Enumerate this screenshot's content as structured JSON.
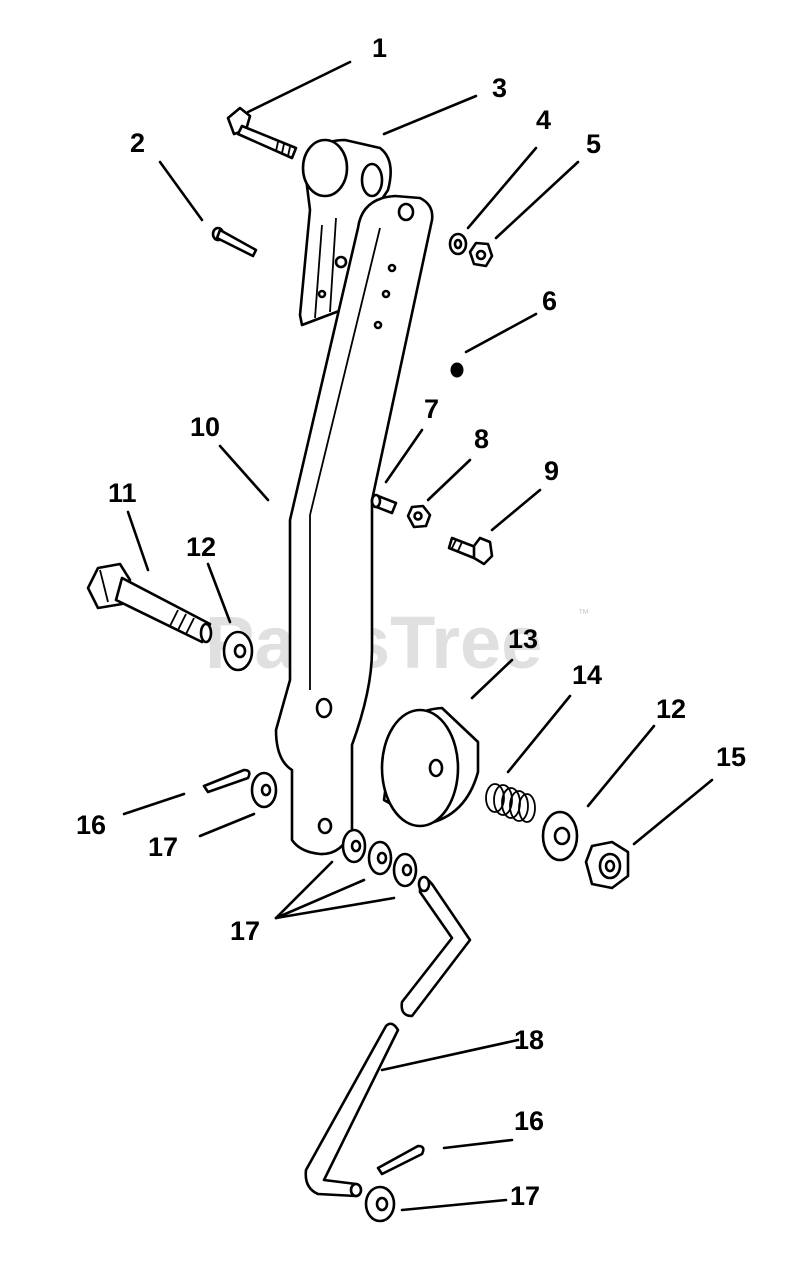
{
  "watermark": {
    "text": "PartsTree",
    "mark": "™"
  },
  "callouts": [
    {
      "id": "c1",
      "text": "1"
    },
    {
      "id": "c2",
      "text": "2"
    },
    {
      "id": "c3",
      "text": "3"
    },
    {
      "id": "c4",
      "text": "4"
    },
    {
      "id": "c5",
      "text": "5"
    },
    {
      "id": "c6",
      "text": "6"
    },
    {
      "id": "c7",
      "text": "7"
    },
    {
      "id": "c8",
      "text": "8"
    },
    {
      "id": "c9",
      "text": "9"
    },
    {
      "id": "c10",
      "text": "10"
    },
    {
      "id": "c11",
      "text": "11"
    },
    {
      "id": "c12a",
      "text": "12"
    },
    {
      "id": "c13",
      "text": "13"
    },
    {
      "id": "c14",
      "text": "14"
    },
    {
      "id": "c12b",
      "text": "12"
    },
    {
      "id": "c15",
      "text": "15"
    },
    {
      "id": "c16a",
      "text": "16"
    },
    {
      "id": "c17a",
      "text": "17"
    },
    {
      "id": "c17b",
      "text": "17"
    },
    {
      "id": "c18",
      "text": "18"
    },
    {
      "id": "c16b",
      "text": "16"
    },
    {
      "id": "c17c",
      "text": "17"
    }
  ]
}
